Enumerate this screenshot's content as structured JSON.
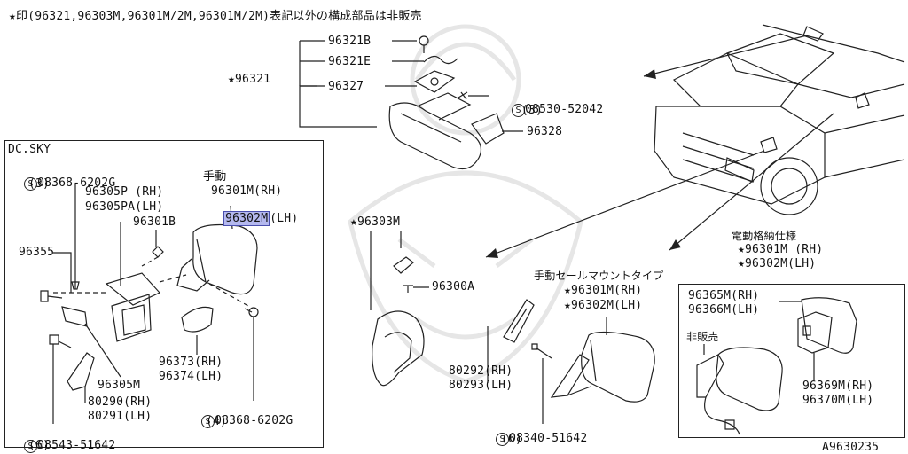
{
  "header": {
    "note": "★印(96321,96303M,96301M/2M,96301M/2M)表記以外の構成部品は非販売"
  },
  "top_group": {
    "p96321b": "96321B",
    "p96321e": "96321E",
    "p96327": "96327",
    "p96321_star": "★96321",
    "p08530": "08530-52042",
    "p08530_qty": "(3)",
    "p96328": "96328"
  },
  "left_box": {
    "title": "DC.SKY",
    "p08368a": "08368-6202G",
    "p08368a_qty": "(3)",
    "p96305p": "96305P (RH)",
    "p96305pa": "96305PA(LH)",
    "p96301b": "96301B",
    "manual_label": "手動",
    "p96301m": "96301M(RH)",
    "p96302m_code": "96302M",
    "p96302m_suffix": "(LH)",
    "p96355": "96355",
    "p96373": "96373(RH)",
    "p96374": "96374(LH)",
    "p96305m": "96305M",
    "p80290": "80290(RH)",
    "p80291": "80291(LH)",
    "p08368b": "08368-6202G",
    "p08368b_qty": "(4)",
    "p08543": "08543-51642",
    "p08543_qty": "(6)"
  },
  "middle_group": {
    "p96303m": "★96303M",
    "p96300a": "96300A",
    "sail_label": "手動セールマウントタイプ",
    "p96301m": "★96301M(RH)",
    "p96302m": "★96302M(LH)",
    "p80292": "80292(RH)",
    "p80293": "80293(LH)",
    "p08340": "08340-51642",
    "p08340_qty": "(6)"
  },
  "right_box": {
    "spec_label": "電動格納仕様",
    "p96301m": "★96301M (RH)",
    "p96302m": "★96302M(LH)",
    "p96365m": "96365M(RH)",
    "p96366m": "96366M(LH)",
    "not_sold": "非販売",
    "p96369m": "96369M(RH)",
    "p96370m": "96370M(LH)"
  },
  "footer": {
    "diagram_id": "A9630235"
  },
  "colors": {
    "line": "#222222",
    "highlight": "#b4b8ee",
    "watermark": "#e6e6e6"
  },
  "icons": {
    "screw": "screw-icon",
    "mirror": "mirror-icon",
    "vehicle": "vehicle-icon"
  }
}
